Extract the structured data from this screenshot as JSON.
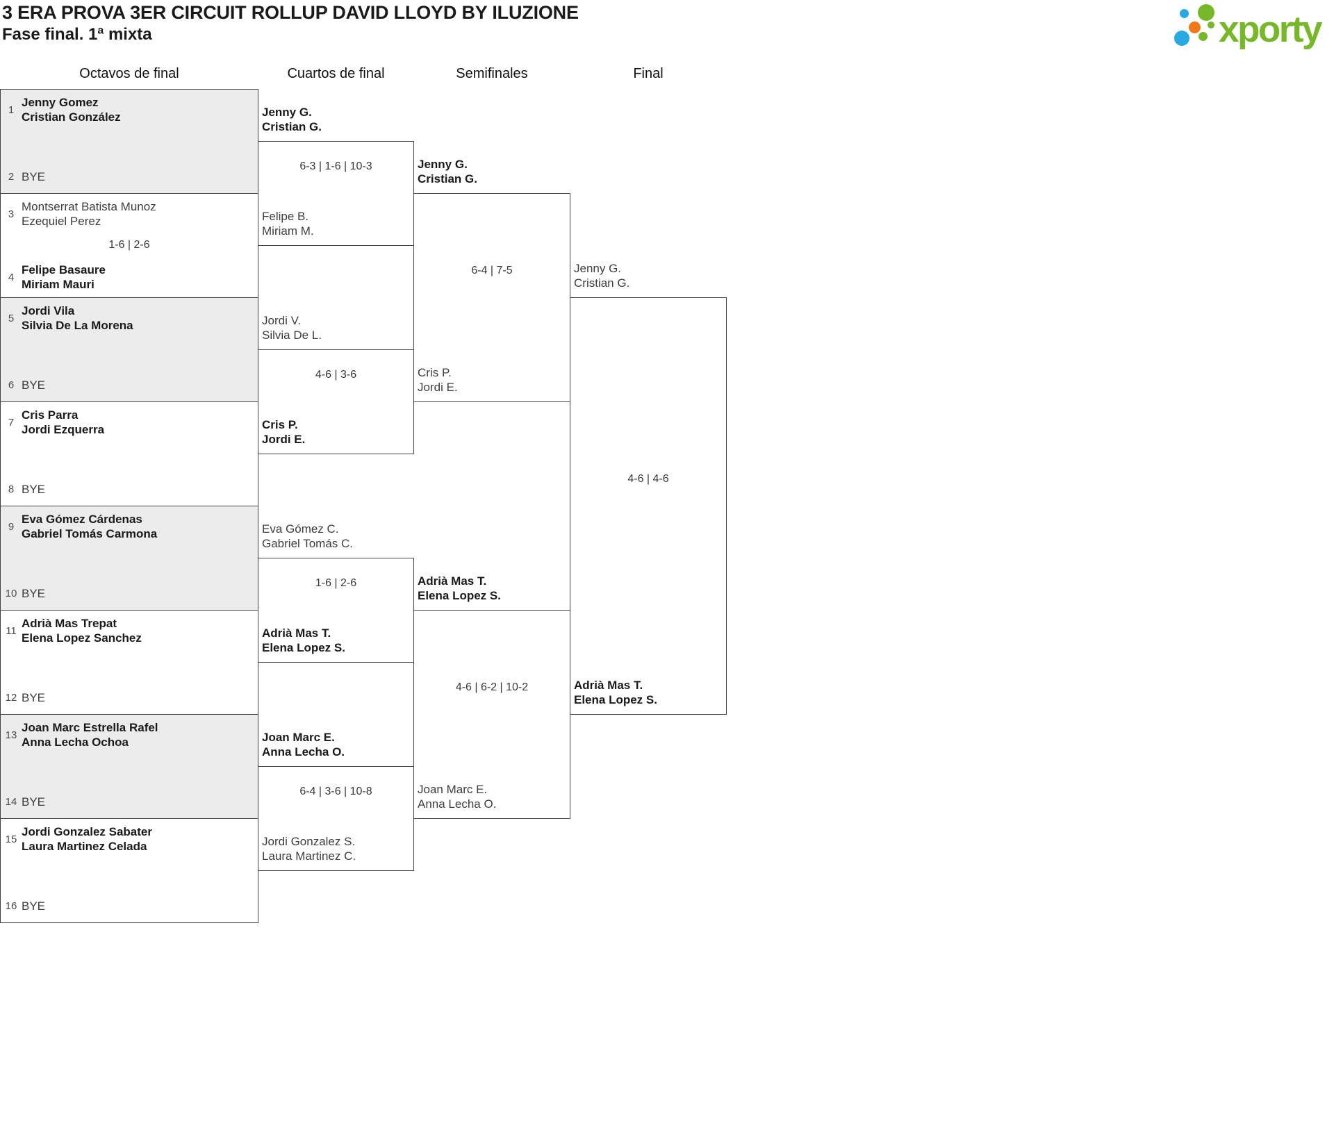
{
  "header": {
    "title": "3 ERA PROVA 3ER CIRCUIT ROLLUP DAVID LLOYD BY ILUZIONE",
    "subtitle": "Fase final. 1ª mixta"
  },
  "round_headers": [
    "Octavos de final",
    "Cuartos de final",
    "Semifinales",
    "Final"
  ],
  "logo": {
    "text": "xporty",
    "green": "#76b82a",
    "blue": "#29a9e1",
    "orange": "#ef7918"
  },
  "bracket": {
    "r16": [
      {
        "seed_a": "1",
        "team_a": [
          "Jenny Gomez",
          "Cristian González"
        ],
        "a_bold": true,
        "seed_b": "2",
        "team_b": [
          "BYE"
        ],
        "b_bold": false,
        "score": ""
      },
      {
        "seed_a": "3",
        "team_a": [
          "Montserrat Batista Munoz",
          "Ezequiel Perez"
        ],
        "a_bold": false,
        "seed_b": "4",
        "team_b": [
          "Felipe Basaure",
          "Miriam Mauri"
        ],
        "b_bold": true,
        "score": "1-6 | 2-6"
      },
      {
        "seed_a": "5",
        "team_a": [
          "Jordi Vila",
          "Silvia De La Morena"
        ],
        "a_bold": true,
        "seed_b": "6",
        "team_b": [
          "BYE"
        ],
        "b_bold": false,
        "score": ""
      },
      {
        "seed_a": "7",
        "team_a": [
          "Cris Parra",
          "Jordi Ezquerra"
        ],
        "a_bold": true,
        "seed_b": "8",
        "team_b": [
          "BYE"
        ],
        "b_bold": false,
        "score": ""
      },
      {
        "seed_a": "9",
        "team_a": [
          "Eva Gómez Cárdenas",
          "Gabriel Tomás Carmona"
        ],
        "a_bold": true,
        "seed_b": "10",
        "team_b": [
          "BYE"
        ],
        "b_bold": false,
        "score": ""
      },
      {
        "seed_a": "11",
        "team_a": [
          "Adrià Mas Trepat",
          "Elena Lopez Sanchez"
        ],
        "a_bold": true,
        "seed_b": "12",
        "team_b": [
          "BYE"
        ],
        "b_bold": false,
        "score": ""
      },
      {
        "seed_a": "13",
        "team_a": [
          "Joan Marc Estrella Rafel",
          "Anna Lecha Ochoa"
        ],
        "a_bold": true,
        "seed_b": "14",
        "team_b": [
          "BYE"
        ],
        "b_bold": false,
        "score": ""
      },
      {
        "seed_a": "15",
        "team_a": [
          "Jordi Gonzalez Sabater",
          "Laura Martinez Celada"
        ],
        "a_bold": true,
        "seed_b": "16",
        "team_b": [
          "BYE"
        ],
        "b_bold": false,
        "score": ""
      }
    ],
    "qf": [
      {
        "team_a": [
          "Jenny G.",
          "Cristian G."
        ],
        "a_bold": true,
        "team_b": [
          "Felipe B.",
          "Miriam M."
        ],
        "b_bold": false,
        "score": "6-3 | 1-6 | 10-3"
      },
      {
        "team_a": [
          "Jordi V.",
          "Silvia De L."
        ],
        "a_bold": false,
        "team_b": [
          "Cris P.",
          "Jordi E."
        ],
        "b_bold": true,
        "score": "4-6 | 3-6"
      },
      {
        "team_a": [
          "Eva Gómez C.",
          "Gabriel Tomás C."
        ],
        "a_bold": false,
        "team_b": [
          "Adrià Mas T.",
          "Elena Lopez S."
        ],
        "b_bold": true,
        "score": "1-6 | 2-6"
      },
      {
        "team_a": [
          "Joan Marc E.",
          "Anna Lecha O."
        ],
        "a_bold": true,
        "team_b": [
          "Jordi Gonzalez S.",
          "Laura Martinez C."
        ],
        "b_bold": false,
        "score": "6-4 | 3-6 | 10-8"
      }
    ],
    "sf": [
      {
        "team_a": [
          "Jenny G.",
          "Cristian G."
        ],
        "a_bold": true,
        "team_b": [
          "Cris P.",
          "Jordi E."
        ],
        "b_bold": false,
        "score": "6-4 | 7-5"
      },
      {
        "team_a": [
          "Adrià Mas T.",
          "Elena Lopez S."
        ],
        "a_bold": true,
        "team_b": [
          "Joan Marc E.",
          "Anna Lecha O."
        ],
        "b_bold": false,
        "score": "4-6 | 6-2 | 10-2"
      }
    ],
    "final": {
      "team_a": [
        "Jenny G.",
        "Cristian G."
      ],
      "a_bold": false,
      "team_b": [
        "Adrià Mas T.",
        "Elena Lopez S."
      ],
      "b_bold": true,
      "score": "4-6 | 4-6"
    }
  }
}
